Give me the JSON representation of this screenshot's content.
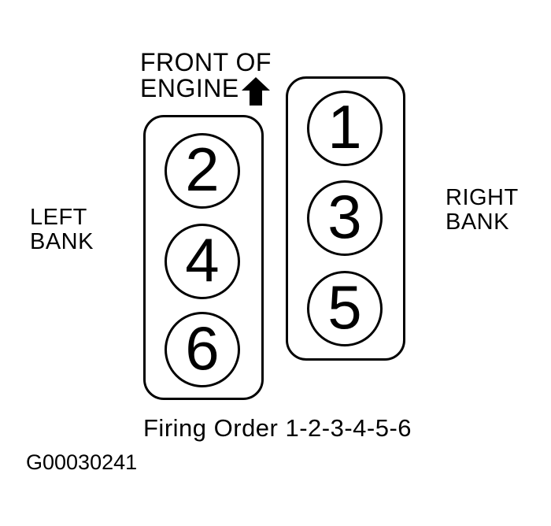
{
  "page": {
    "background": "#ffffff",
    "ink": "#000000"
  },
  "header": {
    "front_of_engine_label": "FRONT OF\nENGINE",
    "arrow_icon": "up-arrow"
  },
  "banks": {
    "left": {
      "label": "LEFT\nBANK",
      "cylinders": [
        "2",
        "4",
        "6"
      ]
    },
    "right": {
      "label": "RIGHT\nBANK",
      "cylinders": [
        "1",
        "3",
        "5"
      ]
    }
  },
  "footer": {
    "firing_order_caption": "Firing Order 1-2-3-4-5-6",
    "figure_code": "G00030241"
  }
}
